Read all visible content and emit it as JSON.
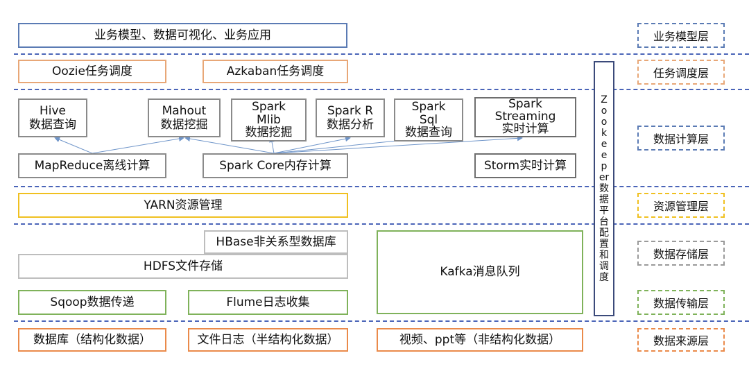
{
  "rows": {
    "app": "业务模型、数据可视化、业务应用",
    "oozie": "Oozie任务调度",
    "azkaban": "Azkaban任务调度",
    "hive": "Hive\n数据查询",
    "mahout": "Mahout\n数据挖掘",
    "spark_mlib": "Spark\nMlib\n数据挖掘",
    "spark_r": "Spark R\n数据分析",
    "spark_sql": "Spark\nSql\n数据查询",
    "spark_streaming": "Spark\nStreaming\n实时计算",
    "mapreduce": "MapReduce离线计算",
    "spark_core": "Spark Core内存计算",
    "storm": "Storm实时计算",
    "yarn": "YARN资源管理",
    "hbase": "HBase非关系型数据库",
    "hdfs": "HDFS文件存储",
    "kafka": "Kafka消息队列",
    "sqoop": "Sqoop数据传递",
    "flume": "Flume日志收集",
    "db": "数据库（结构化数据）",
    "file_log": "文件日志（半结构化数据）",
    "video": "视频、ppt等（非结构化数据）"
  },
  "zookeeper": "Zookeeper数据平台配置和调度",
  "layers": {
    "business": "业务模型层",
    "task": "任务调度层",
    "compute": "数据计算层",
    "resource": "资源管理层",
    "storage": "数据存储层",
    "transfer": "数据传输层",
    "source": "数据来源层"
  }
}
